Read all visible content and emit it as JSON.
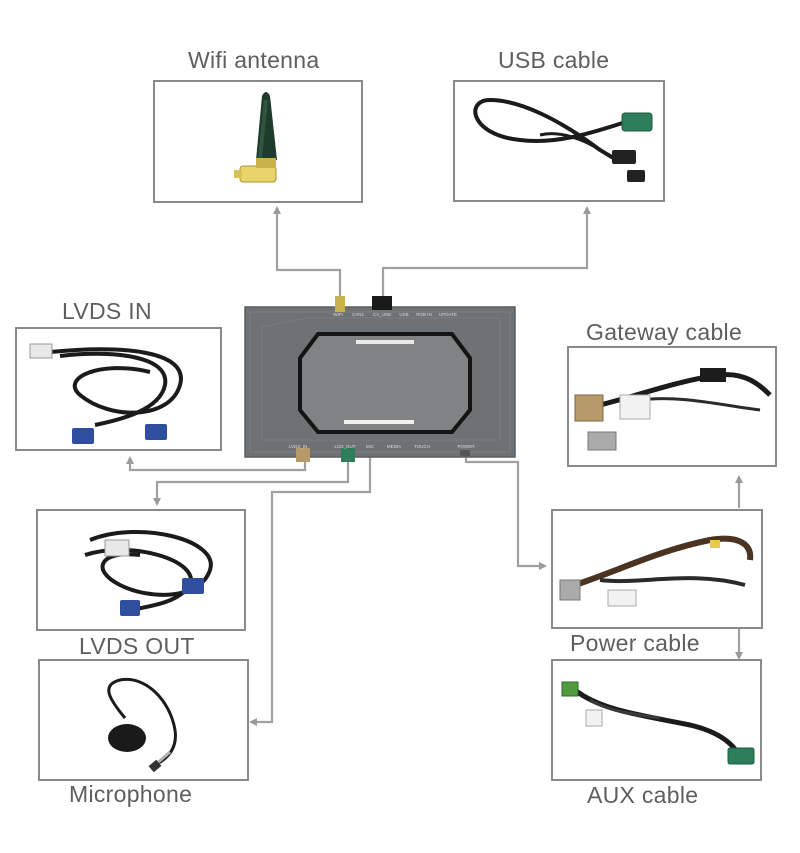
{
  "labels": {
    "wifi": "Wifi antenna",
    "usb": "USB cable",
    "lvds_in": "LVDS IN",
    "gateway": "Gateway cable",
    "lvds_out": "LVDS OUT",
    "power": "Power cable",
    "microphone": "Microphone",
    "aux": "AUX cable"
  },
  "module": {
    "top_ports": [
      "WIFI",
      "CAN1",
      "CV_USB",
      "USB",
      "RGB IN",
      "UPDATE"
    ],
    "bottom_ports": [
      "LVDS_IN",
      "LCD_OUT",
      "MIC",
      "MEDIA",
      "TOUCH",
      "POWER"
    ]
  },
  "colors": {
    "line": "#9a9a9a",
    "box_border": "#8a8a8a",
    "label": "#5e5e5e",
    "module": "#6f7275",
    "fakra_blue": "#2f4f9e",
    "fakra_green": "#2e7d5b",
    "antenna_yellow": "#e8d46a"
  }
}
